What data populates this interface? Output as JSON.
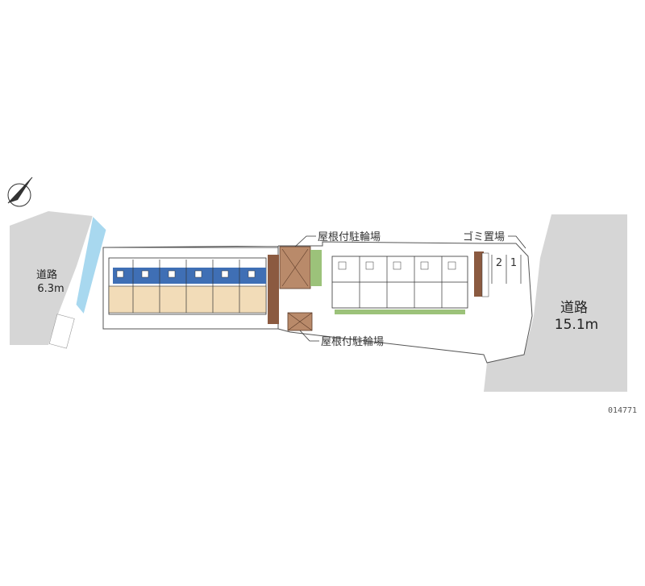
{
  "roads": {
    "left": {
      "name": "道路",
      "width": "6.3m"
    },
    "right": {
      "name": "道路",
      "width": "15.1m"
    }
  },
  "labels": {
    "bicycle_parking_top": "屋根付駐輪場",
    "bicycle_parking_bottom": "屋根付駐輪場",
    "garbage": "ゴミ置場",
    "parking_spaces": [
      "2",
      "1"
    ]
  },
  "map_code": "014771",
  "colors": {
    "road": "#d6d6d6",
    "water": "#a8d8ef",
    "site": "#ffffff",
    "unit_blue": "#3f6fb5",
    "unit_tan": "#f2dcb8",
    "parking_brick": "#8b5a40",
    "hedge": "#9cc27a"
  },
  "icons": {
    "north": "compass-icon"
  }
}
